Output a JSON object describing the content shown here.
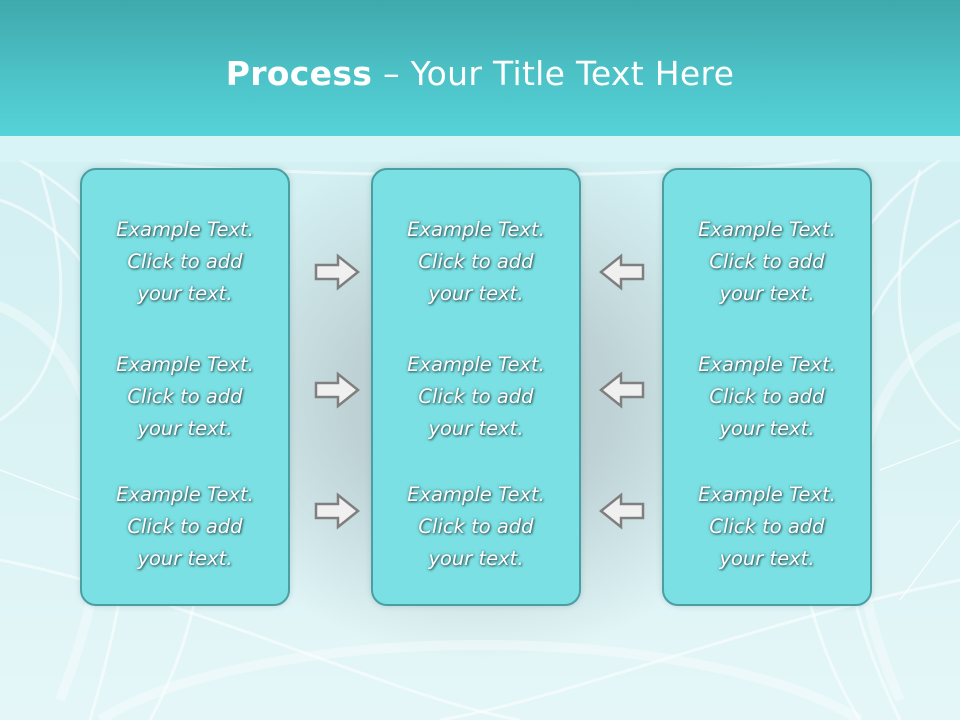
{
  "title": {
    "bold": "Process",
    "rest": " – Your Title Text Here"
  },
  "columns": [
    {
      "items": [
        "Example Text.\nClick  to add\nyour text.",
        "Example Text.\nClick  to add\nyour text.",
        "Example Text.\nClick  to add\nyour text."
      ]
    },
    {
      "items": [
        "Example Text.\nClick  to add\nyour text.",
        "Example Text.\nClick  to add\nyour text.",
        "Example Text.\nClick  to add\nyour text."
      ]
    },
    {
      "items": [
        "Example Text.\nClick  to add\nyour text.",
        "Example Text.\nClick  to add\nyour text.",
        "Example Text.\nClick  to add\nyour text."
      ]
    }
  ],
  "arrows": {
    "left_group": "right-arrow-icon",
    "right_group": "left-arrow-icon"
  },
  "colors": {
    "title_bar": "#4cc2c7",
    "panel": "#7ae0e3",
    "panel_border": "#4b9ea2",
    "arrow_fill": "#f0f0f0",
    "arrow_stroke": "#7f7f7f"
  }
}
